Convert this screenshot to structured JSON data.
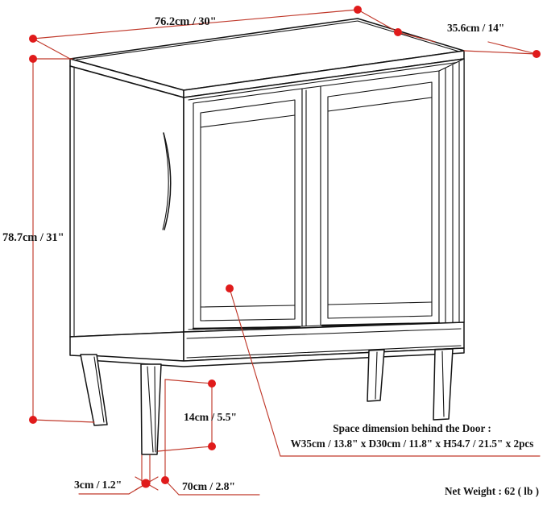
{
  "diagram": {
    "type": "furniture-dimension-drawing",
    "subject": "two-door storage cabinet / sideboard",
    "view": "three-quarter isometric",
    "background_color": "#ffffff",
    "line_color": "#121212",
    "dimension_color": "#c0392b",
    "marker_color": "#e01b1b"
  },
  "dimensions": {
    "width": "76.2cm / 30\"",
    "depth": "35.6cm / 14\"",
    "height": "78.7cm / 31\"",
    "leg_height": "14cm / 5.5\"",
    "leg_thickness": "3cm / 1.2\"",
    "leg_inset": "70cm / 2.8\""
  },
  "notes": {
    "space_title": "Space dimension behind the Door :",
    "space_detail": "W35cm / 13.8\" x D30cm / 11.8\" x H54.7 / 21.5\" x 2pcs",
    "net_weight": "Net Weight : 62 ( lb )"
  }
}
